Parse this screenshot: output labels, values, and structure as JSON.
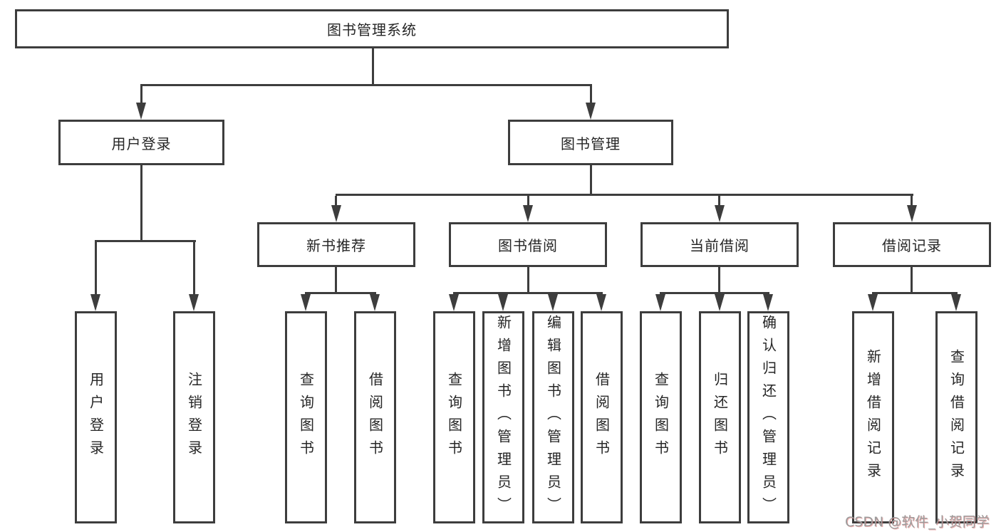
{
  "tree": {
    "label": "图书管理系统",
    "children": [
      {
        "label": "用户登录",
        "children": [
          {
            "label": "用户登录"
          },
          {
            "label": "注销登录"
          }
        ]
      },
      {
        "label": "图书管理",
        "children": [
          {
            "label": "新书推荐",
            "children": [
              {
                "label": "查询图书"
              },
              {
                "label": "借阅图书"
              }
            ]
          },
          {
            "label": "图书借阅",
            "children": [
              {
                "label": "查询图书"
              },
              {
                "label": "新增图书（管理员）"
              },
              {
                "label": "编辑图书（管理员）"
              },
              {
                "label": "借阅图书"
              }
            ]
          },
          {
            "label": "当前借阅",
            "children": [
              {
                "label": "查询图书"
              },
              {
                "label": "归还图书"
              },
              {
                "label": "确认归还（管理员）"
              }
            ]
          },
          {
            "label": "借阅记录",
            "children": [
              {
                "label": "新增借阅记录"
              },
              {
                "label": "查询借阅记录"
              }
            ]
          }
        ]
      }
    ]
  },
  "watermark": {
    "text": "CSDN @软件_小贺同学"
  },
  "colors": {
    "line": "#3d3d3d",
    "box_border": "#3d3d3d",
    "text": "#262626",
    "watermark": "#9c9c9c",
    "background": "#ffffff"
  }
}
